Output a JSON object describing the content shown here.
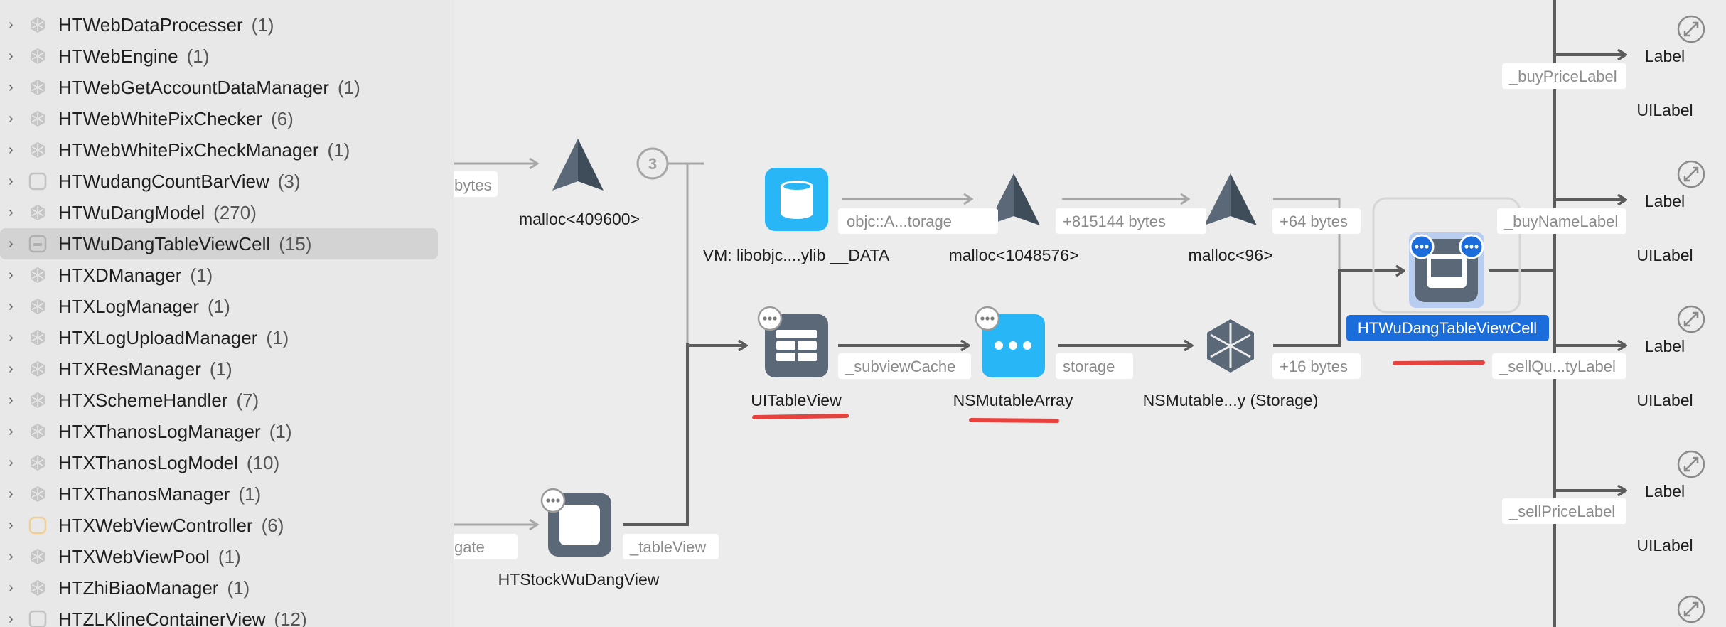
{
  "sidebar": {
    "items": [
      {
        "label": "HTWebDataProcesser",
        "count": "(1)",
        "kind": "cube"
      },
      {
        "label": "HTWebEngine",
        "count": "(1)",
        "kind": "cube"
      },
      {
        "label": "HTWebGetAccountDataManager",
        "count": "(1)",
        "kind": "cube"
      },
      {
        "label": "HTWebWhitePixChecker",
        "count": "(6)",
        "kind": "cube"
      },
      {
        "label": "HTWebWhitePixCheckManager",
        "count": "(1)",
        "kind": "cube"
      },
      {
        "label": "HTWudangCountBarView",
        "count": "(3)",
        "kind": "view"
      },
      {
        "label": "HTWuDangModel",
        "count": "(270)",
        "kind": "cube"
      },
      {
        "label": "HTWuDangTableViewCell",
        "count": "(15)",
        "kind": "cell",
        "selected": true
      },
      {
        "label": "HTXDManager",
        "count": "(1)",
        "kind": "cube"
      },
      {
        "label": "HTXLogManager",
        "count": "(1)",
        "kind": "cube"
      },
      {
        "label": "HTXLogUploadManager",
        "count": "(1)",
        "kind": "cube"
      },
      {
        "label": "HTXResManager",
        "count": "(1)",
        "kind": "cube"
      },
      {
        "label": "HTXSchemeHandler",
        "count": "(7)",
        "kind": "cube"
      },
      {
        "label": "HTXThanosLogManager",
        "count": "(1)",
        "kind": "cube"
      },
      {
        "label": "HTXThanosLogModel",
        "count": "(10)",
        "kind": "cube"
      },
      {
        "label": "HTXThanosManager",
        "count": "(1)",
        "kind": "cube"
      },
      {
        "label": "HTXWebViewController",
        "count": "(6)",
        "kind": "controller"
      },
      {
        "label": "HTXWebViewPool",
        "count": "(1)",
        "kind": "cube"
      },
      {
        "label": "HTZhiBiaoManager",
        "count": "(1)",
        "kind": "cube"
      },
      {
        "label": "HTZLKlineContainerView",
        "count": "(12)",
        "kind": "view"
      }
    ]
  },
  "graph": {
    "nodes": {
      "malloc_409600": "malloc<409600>",
      "vm_libobjc": "VM: libobjc....ylib __DATA",
      "malloc_1048576": "malloc<1048576>",
      "malloc_96": "malloc<96>",
      "uitableview": "UITableView",
      "nsmutablearray": "NSMutableArray",
      "nsmutable_storage": "NSMutable...y (Storage)",
      "htwudang_cell": "HTWuDangTableViewCell",
      "htstock_view": "HTStockWuDangView",
      "label_1": "Label",
      "uilabel_1": "UILabel",
      "label_2": "Label",
      "uilabel_2": "UILabel",
      "label_3": "Label",
      "uilabel_3": "UILabel",
      "label_4": "Label",
      "uilabel_4": "UILabel"
    },
    "edges": {
      "bytes_partial": "bytes",
      "objc_storage": "objc::A...torage",
      "plus_815144": "+815144 bytes",
      "plus_64": "+64 bytes",
      "subviewcache": "_subviewCache",
      "storage": "storage",
      "plus_16": "+16 bytes",
      "tableview": "_tableView",
      "gate_partial": "gate",
      "buypricelabel": "_buyPriceLabel",
      "buynamelabel": "_buyNameLabel",
      "sellqu_label": "_sellQu...tyLabel",
      "sellpricelabel": "_sellPriceLabel"
    },
    "badge_count": "3",
    "colors": {
      "accent_blue": "#1a6ddb",
      "light_blue": "#29b6f6",
      "dark_slate": "#5a6878",
      "underline_red": "#e8423f"
    }
  }
}
